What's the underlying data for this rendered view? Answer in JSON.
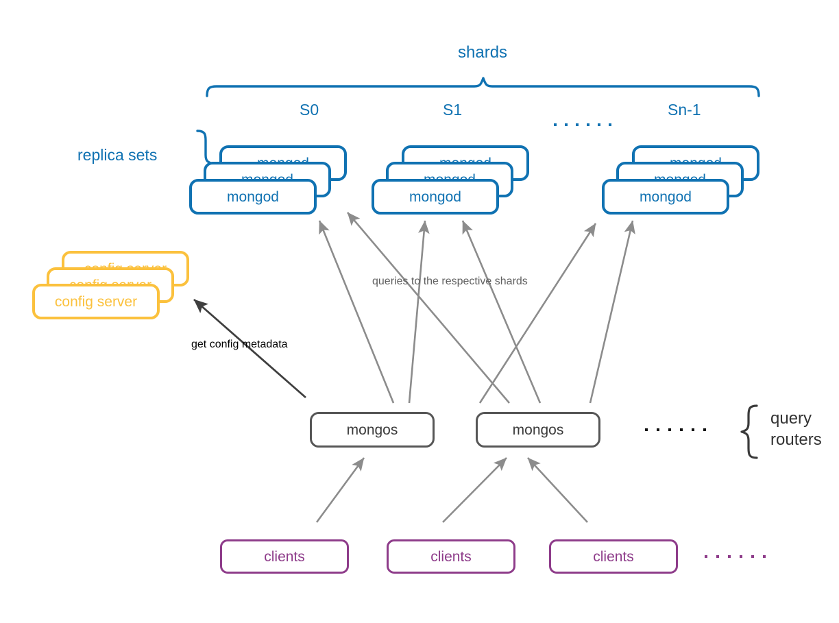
{
  "diagram": {
    "title": "MongoDB sharded cluster architecture",
    "colors": {
      "shard_blue": "#1072B2",
      "config_yellow": "#FBC13D",
      "router_gray": "#565656",
      "client_purple": "#8E3C8A",
      "arrow_gray": "#8C8C8C",
      "arrow_black": "#3F3F3F",
      "background": "#FFFFFF"
    },
    "labels": {
      "shards": "shards",
      "replica_sets": "replica sets",
      "query_routers_line1": "query",
      "query_routers_line2": "routers",
      "queries_note": "queries to the respective shards",
      "config_note": "get config metadata"
    },
    "shards": [
      {
        "id": "S0",
        "label": "S0",
        "member_label": "mongod",
        "members": 3
      },
      {
        "id": "S1",
        "label": "S1",
        "member_label": "mongod",
        "members": 3
      },
      {
        "id": "Sn-1",
        "label": "Sn-1",
        "member_label": "mongod",
        "members": 3
      }
    ],
    "shard_ellipsis": {
      "dots": 6,
      "color": "#1072B2"
    },
    "config_servers": {
      "label": "config server",
      "count": 3
    },
    "query_routers": [
      {
        "label": "mongos"
      },
      {
        "label": "mongos"
      }
    ],
    "router_ellipsis": {
      "dots": 6,
      "color": "#111111"
    },
    "clients": [
      {
        "label": "clients"
      },
      {
        "label": "clients"
      },
      {
        "label": "clients"
      }
    ],
    "client_ellipsis": {
      "dots": 6,
      "color": "#8E3C8A"
    }
  }
}
